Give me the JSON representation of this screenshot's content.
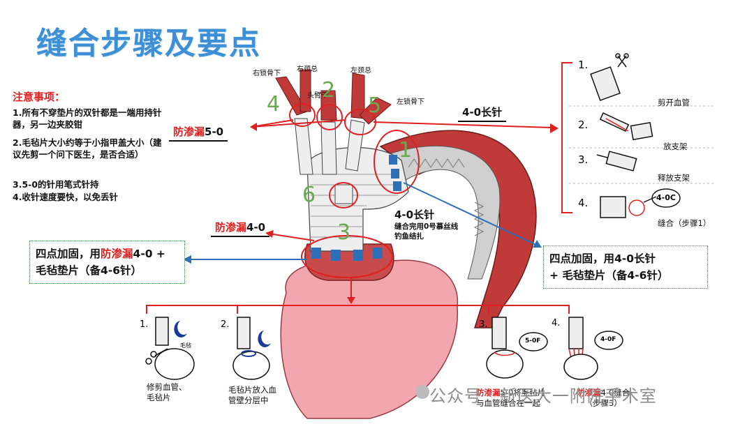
{
  "title": "缝合步骤及要点",
  "notes": {
    "heading": "注意事项：",
    "items": [
      "1.所有不穿垫片的双针都是一端用持针器，另一边夹胶钳",
      "2.毛毡片大小约等于小指甲盖大小（建议先剪一个问下医生，是否合适）",
      "3.5-0的针用笔式针持",
      "4.收针速度要快，以免丢针"
    ]
  },
  "vessels": {
    "right_subclavian": "右锁骨下",
    "right_carotid": "右颈总",
    "left_carotid": "左颈总",
    "brachiocephalic": "头臂干",
    "left_subclavian": "左锁骨下"
  },
  "numbers": [
    "4",
    "2",
    "5",
    "1",
    "6",
    "3"
  ],
  "callouts": {
    "anti_leak_50_a": "防渗漏",
    "anti_leak_50_b": "5-0",
    "needle_40_top": "4-0长针",
    "anti_leak_40_a": "防渗漏",
    "anti_leak_40_b": "4-0",
    "needle_40_mid": "4-0长针",
    "needle_40_mid_note": "缝合完用0号慕丝线钓鱼结扎"
  },
  "reinforce_left": {
    "a": "四点加固，用",
    "b": "防渗漏",
    "c": "4-0 + 毛毡垫片（备4-6针）"
  },
  "reinforce_right": {
    "a": "四点加固，用4-0长针",
    "b": "+ 毛毡垫片（备4-6针）"
  },
  "right_steps": [
    {
      "num": "1.",
      "label": "剪开血管"
    },
    {
      "num": "2.",
      "label": "放支架"
    },
    {
      "num": "3.",
      "label": "释放支架"
    },
    {
      "num": "4.",
      "label": "缝合（步骤1）",
      "tag": "4-0C"
    }
  ],
  "bottom_steps": [
    {
      "num": "1.",
      "label_a": "修剪血管、",
      "label_b": "毛毡片",
      "tag": "毛毡"
    },
    {
      "num": "2.",
      "label_a": "毛毡片放入血",
      "label_b": "管壁分层中"
    },
    {
      "num": "3.",
      "label_red": "防渗漏",
      "label_a": "5-0将毛毡片",
      "label_b": "与血管缝合在一起",
      "tag": "5-0F"
    },
    {
      "num": "4.",
      "label_red": "防渗漏",
      "label_a": "4-0缝合",
      "label_b": "（步骤3）",
      "tag": "4-0F"
    }
  ],
  "watermark": "公众号 · 新医大一附院手术室",
  "colors": {
    "title": "#3d8fd6",
    "red": "#e02020",
    "blue": "#2f6fb8",
    "heart": "#f2a6ad",
    "aorta": "#c03a3a"
  }
}
